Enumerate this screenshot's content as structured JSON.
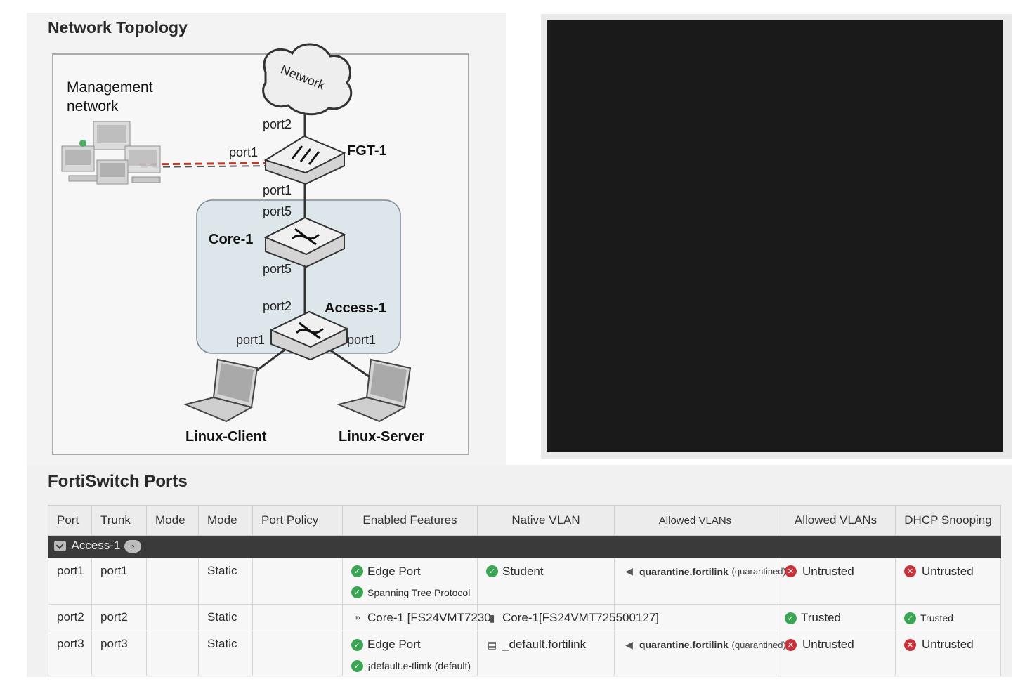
{
  "topology": {
    "title": "Network Topology",
    "network_cloud": "Network",
    "management_label_line1": "Management",
    "management_label_line2": "network",
    "fgt": {
      "name": "FGT-1",
      "port_top": "port2",
      "port_left": "port1",
      "port_bottom": "port1"
    },
    "core": {
      "name": "Core-1",
      "port_top": "port5",
      "port_bottom": "port5"
    },
    "access": {
      "name": "Access-1",
      "port_top": "port2",
      "port_left": "port1",
      "port_right": "port1"
    },
    "client": "Linux-Client",
    "server": "Linux-Server"
  },
  "ports": {
    "title": "FortiSwitch Ports",
    "columns": [
      "Port",
      "Trunk",
      "Mode",
      "Mode",
      "Port Policy",
      "Enabled Features",
      "Native VLAN",
      "Allowed VLANs",
      "Allowed VLANs",
      "DHCP Snooping"
    ],
    "group": {
      "name": "Access-1",
      "count_glyph": "›"
    },
    "rows": [
      {
        "port": "port1",
        "trunk": "port1",
        "mode1": "",
        "mode2": "Static",
        "policy": "",
        "features": [
          {
            "icon": "check-icon",
            "text": "Edge Port"
          },
          {
            "icon": "check-icon",
            "text": "Spanning Tree Protocol"
          }
        ],
        "native_vlan": {
          "icon": "check-icon",
          "text": "Student"
        },
        "allowed_vlan": {
          "icon": "flag-icon",
          "name": "quarantine.fortilink",
          "note": "(quarantined)"
        },
        "allowed_vlan2": {
          "icon": "x-icon",
          "text": "Untrusted"
        },
        "dhcp": {
          "icon": "x-icon",
          "text": "Untrusted"
        }
      },
      {
        "port": "port2",
        "trunk": "port2",
        "mode1": "",
        "mode2": "Static",
        "policy": "",
        "features": [
          {
            "icon": "link-icon",
            "text": "Core-1 [FS24VMT7230"
          }
        ],
        "native_vlan": {
          "icon": "switch-icon",
          "text": "Core-1[FS24VMT725500127]"
        },
        "allowed_vlan": null,
        "allowed_vlan2": {
          "icon": "check-icon",
          "text": "Trusted"
        },
        "dhcp": {
          "icon": "check-icon",
          "text": "Trusted"
        }
      },
      {
        "port": "port3",
        "trunk": "port3",
        "mode1": "",
        "mode2": "Static",
        "policy": "",
        "features": [
          {
            "icon": "check-icon",
            "text": "Edge Port"
          },
          {
            "icon": "check-icon",
            "text": "¡default.e-tlimk (default)"
          }
        ],
        "native_vlan": {
          "icon": "vlan-icon",
          "text": "_default.fortilink"
        },
        "allowed_vlan": {
          "icon": "flag-icon",
          "name": "quarantine.fortilink",
          "note": "(quarantined)"
        },
        "allowed_vlan2": {
          "icon": "x-icon",
          "text": "Untrusted"
        },
        "dhcp": {
          "icon": "x-icon",
          "text": "Untrusted"
        }
      }
    ]
  },
  "colors": {
    "ok": "#3aa654",
    "bad": "#c8323a",
    "group_bar": "#3a3a3a",
    "video_bg": "#1a1a1a",
    "mgmt_link": "#c0392b"
  }
}
